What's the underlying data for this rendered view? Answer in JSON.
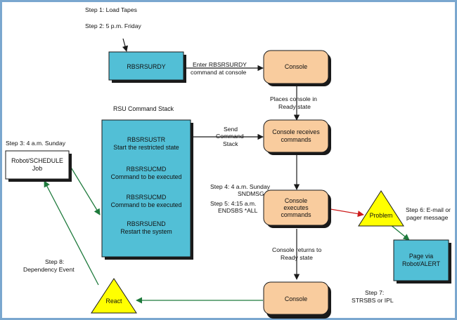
{
  "colors": {
    "frame_border": "#7aa7cf",
    "cyan_box": "#52bfd6",
    "peach_box": "#f9cc9e",
    "triangle": "#ffff00",
    "arrow_dark": "#1a1a1a",
    "arrow_green": "#1e7a3c",
    "arrow_red": "#cc1a1a",
    "shadow": "#1a1a1a"
  },
  "steps": {
    "step1": "Step 1: Load Tapes",
    "step2": "Step 2: 5 p.m. Friday",
    "step3": "Step 3: 4 a.m. Sunday",
    "step4_line1": "Step 4: 4 a.m. Sunday",
    "step4_line2": "SNDMSG",
    "step5_line1": "Step 5: 4:15 a.m.",
    "step5_line2": "ENDSBS *ALL",
    "step6_line1": "Step 6: E-mail or",
    "step6_line2": "pager message",
    "step7_line1": "Step 7:",
    "step7_line2": "STRSBS or IPL",
    "step8_line1": "Step 8:",
    "step8_line2": "Dependency Event"
  },
  "nodes": {
    "rbsrsurdy": "RBSRSURDY",
    "console_top": "Console",
    "console_receives_line1": "Console receives",
    "console_receives_line2": "commands",
    "console_executes_line1": "Console",
    "console_executes_line2": "executes",
    "console_executes_line3": "commands",
    "console_bottom": "Console",
    "robot_schedule_line1": "Robot/SCHEDULE",
    "robot_schedule_line2": "Job",
    "problem": "Problem",
    "react": "React",
    "page_via_line1": "Page via",
    "page_via_line2": "Robot/ALERT"
  },
  "stack": {
    "title": "RSU Command Stack",
    "items": [
      {
        "name": "RBSRSUSTR",
        "desc": "Start the restricted state"
      },
      {
        "name": "RBSRSUCMD",
        "desc": "Command to be executed"
      },
      {
        "name": "RBSRSUCMD",
        "desc": "Command to be executed"
      },
      {
        "name": "RBSRSUEND",
        "desc": "Restart the system"
      }
    ]
  },
  "edges": {
    "enter_line1": "Enter RBSRSURDY",
    "enter_line2": "command at console",
    "places_line1": "Places console in",
    "places_line2": "Ready state",
    "send_line1": "Send",
    "send_line2": "Command",
    "send_line3": "Stack",
    "returns_line1": "Console returns to",
    "returns_line2": "Ready state"
  }
}
